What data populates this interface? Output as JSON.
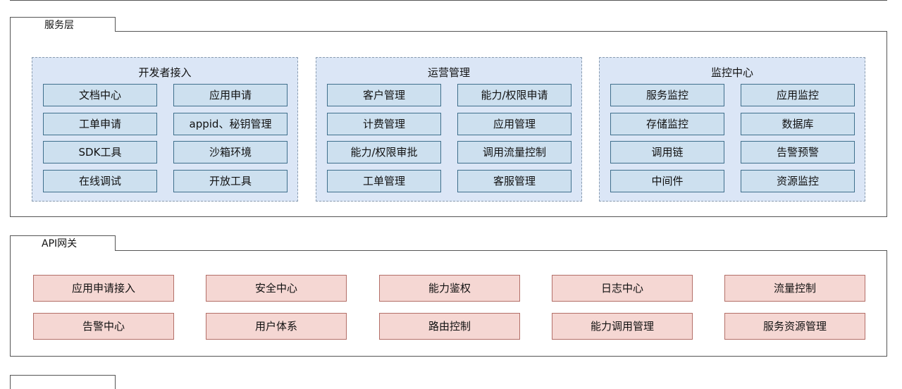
{
  "service_layer": {
    "tab_label": "服务层",
    "groups": [
      {
        "title": "开发者接入",
        "items": [
          "文档中心",
          "应用申请",
          "工单申请",
          "appid、秘钥管理",
          "SDK工具",
          "沙箱环境",
          "在线调试",
          "开放工具"
        ]
      },
      {
        "title": "运营管理",
        "items": [
          "客户管理",
          "能力/权限申请",
          "计费管理",
          "应用管理",
          "能力/权限审批",
          "调用流量控制",
          "工单管理",
          "客服管理"
        ]
      },
      {
        "title": "监控中心",
        "items": [
          "服务监控",
          "应用监控",
          "存储监控",
          "数据库",
          "调用链",
          "告警预警",
          "中间件",
          "资源监控"
        ]
      }
    ]
  },
  "api_gateway": {
    "tab_label": "API网关",
    "items": [
      "应用申请接入",
      "安全中心",
      "能力鉴权",
      "日志中心",
      "流量控制",
      "告警中心",
      "用户体系",
      "路由控制",
      "能力调用管理",
      "服务资源管理"
    ]
  },
  "colors": {
    "service_group_bg": "#dbe6f6",
    "service_cell_bg": "#cde0ef",
    "gateway_cell_bg": "#f5d7d3"
  }
}
